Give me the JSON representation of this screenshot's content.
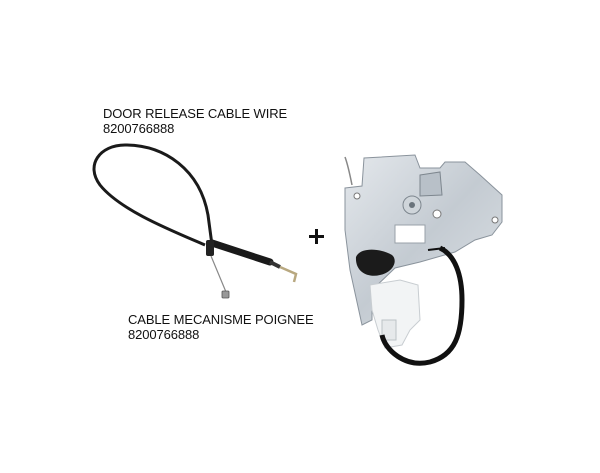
{
  "product_1": {
    "title": "DOOR RELEASE CABLE WIRE",
    "part_number": "8200766888",
    "image": "door-release-cable-image"
  },
  "separator": "+",
  "product_2": {
    "title": "CABLE MECANISME POIGNEE",
    "part_number": "8200766888",
    "image": "door-lock-mechanism-image"
  }
}
